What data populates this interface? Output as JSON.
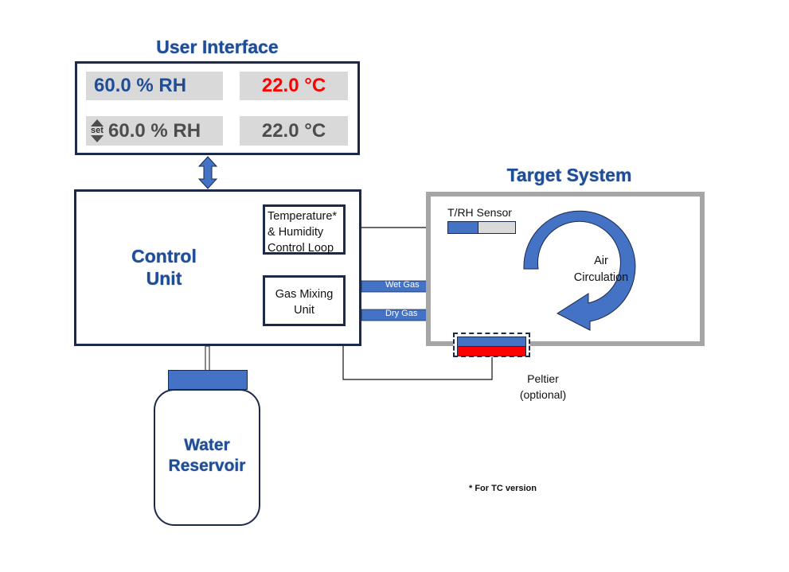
{
  "colors": {
    "title_blue": "#1f4e96",
    "shape_blue": "#4472c4",
    "outline_navy": "#1b2a4a",
    "display_bg": "#d9d9d9",
    "temp_red": "#ff0000",
    "set_gray": "#4d4d4d",
    "chamber_gray": "#a6a6a6",
    "sensor_gray": "#d9d9d9"
  },
  "user_interface": {
    "title": "User Interface",
    "display": {
      "humidity_reading": "60.0 % RH",
      "temperature_reading": "22.0 °C",
      "set_label": "set",
      "humidity_setpoint": "60.0 % RH",
      "temperature_setpoint": "22.0 °C"
    }
  },
  "control_unit": {
    "title_line1": "Control",
    "title_line2": "Unit",
    "control_loop": {
      "line1": "Temperature*",
      "line2": "& Humidity",
      "line3": "Control Loop"
    },
    "gas_mixing": {
      "line1": "Gas Mixing",
      "line2": "Unit"
    }
  },
  "flows": {
    "wet_gas": "Wet Gas",
    "dry_gas": "Dry Gas"
  },
  "target_system": {
    "title": "Target System",
    "sensor_label": "T/RH Sensor",
    "circulation_line1": "Air",
    "circulation_line2": "Circulation",
    "peltier_line1": "Peltier",
    "peltier_line2": "(optional)"
  },
  "reservoir": {
    "line1": "Water",
    "line2": "Reservoir"
  },
  "footnote": "* For TC version"
}
